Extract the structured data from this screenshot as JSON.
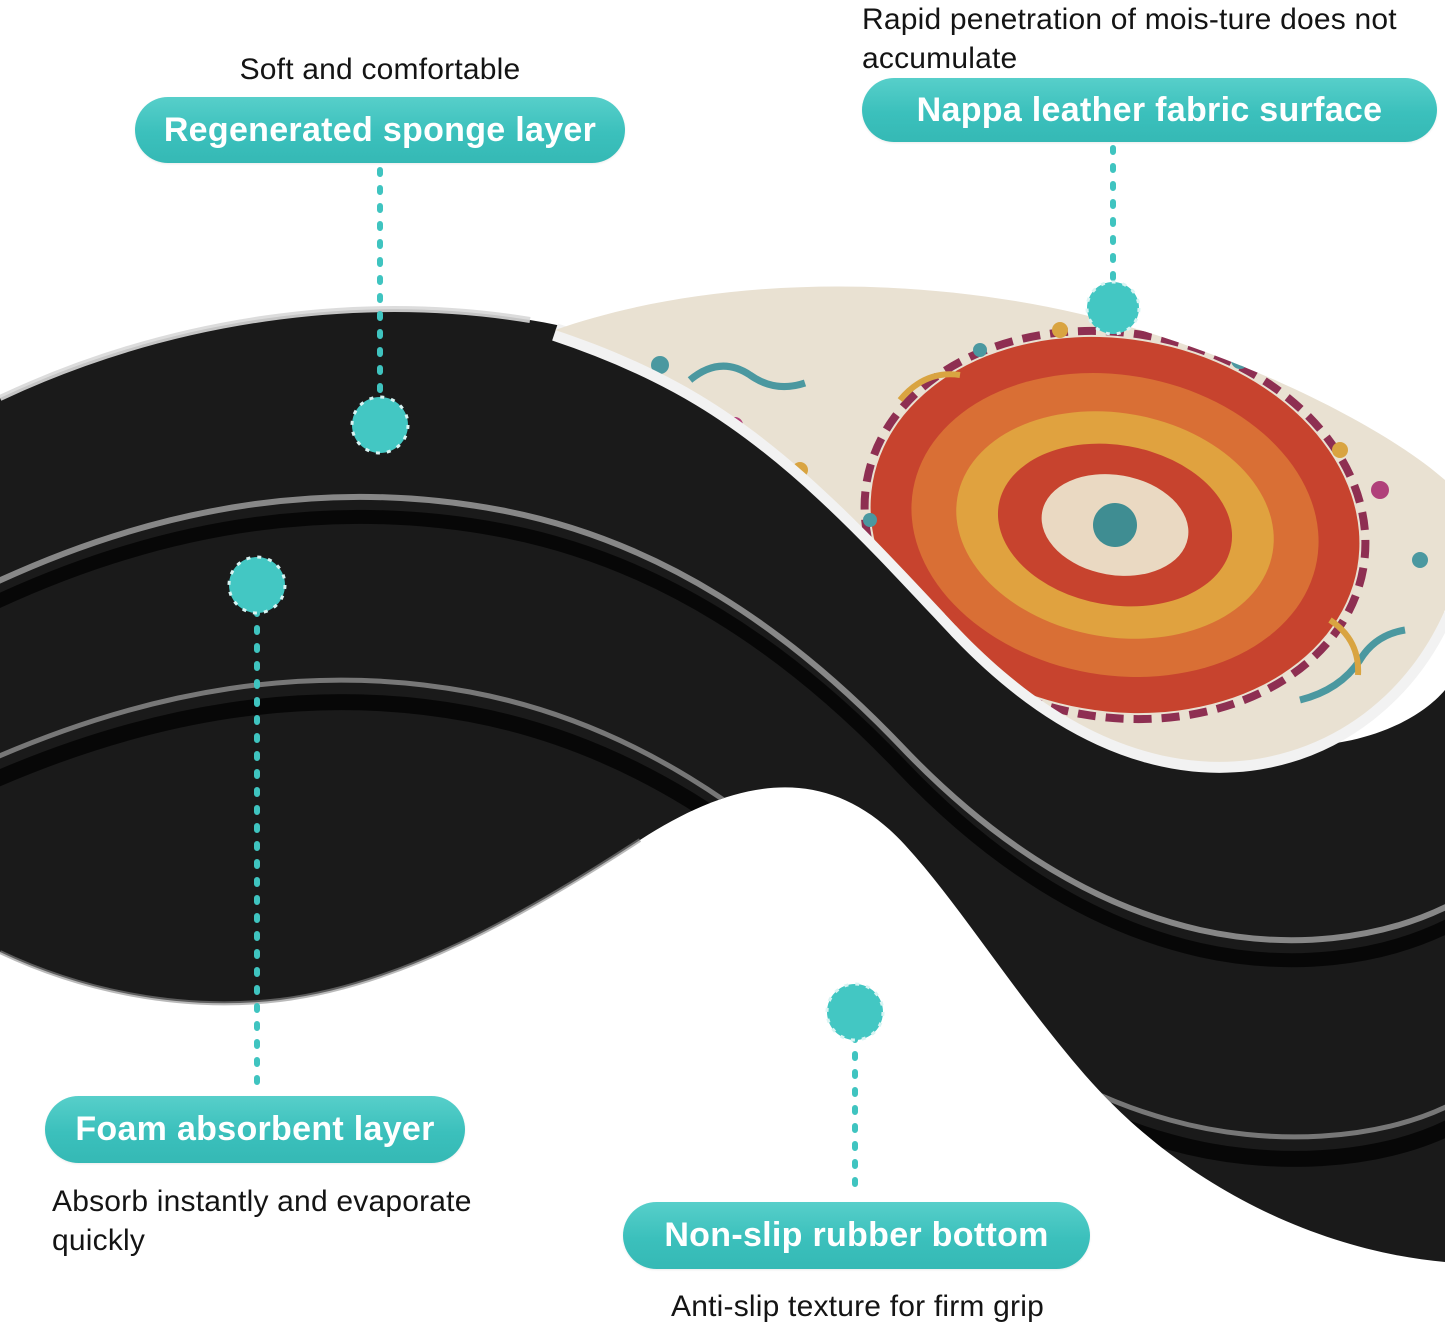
{
  "colors": {
    "accent_teal": "#3FC4C0",
    "mat_black": "#1A1A1A",
    "rug_base": "#E9E1D2",
    "rug_red": "#C7432E",
    "rug_gold": "#E0A23F",
    "rug_teal": "#4B98A0",
    "rug_magenta": "#B0407A"
  },
  "callouts": {
    "sponge": {
      "note": "Soft and comfortable",
      "label": "Regenerated sponge layer"
    },
    "fabric": {
      "note": "Rapid penetration of mois-ture does not accumulate",
      "label": "Nappa leather fabric surface"
    },
    "foam": {
      "label": "Foam absorbent layer",
      "note": "Absorb instantly and evaporate quickly"
    },
    "rubber": {
      "label": "Non-slip rubber bottom",
      "note": "Anti-slip texture for firm grip"
    }
  }
}
